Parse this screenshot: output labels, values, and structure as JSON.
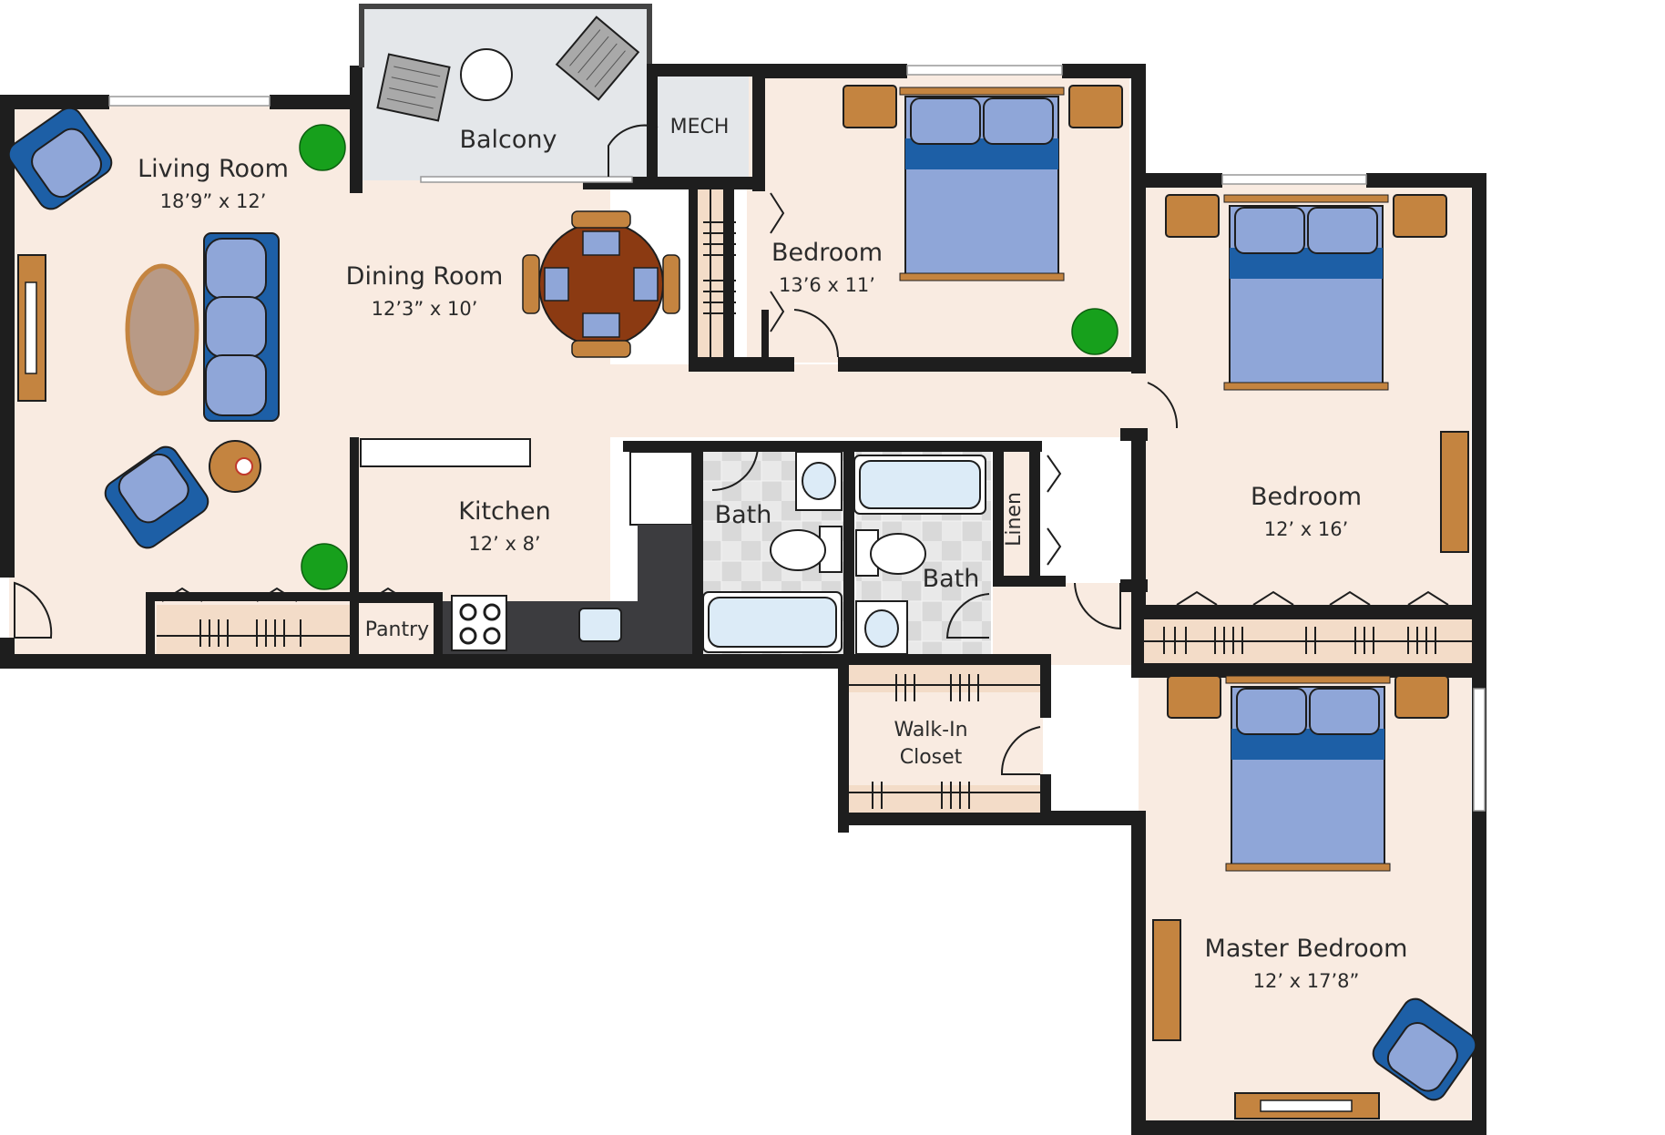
{
  "rooms": {
    "living_room": {
      "name": "Living Room",
      "dims": "18’9” x 12’"
    },
    "dining_room": {
      "name": "Dining Room",
      "dims": "12’3” x 10’"
    },
    "balcony": {
      "name": "Balcony"
    },
    "mech": {
      "name": "MECH"
    },
    "bedroom_1": {
      "name": "Bedroom",
      "dims": "13’6 x 11’"
    },
    "bedroom_2": {
      "name": "Bedroom",
      "dims": "12’ x 16’"
    },
    "kitchen": {
      "name": "Kitchen",
      "dims": "12’ x 8’"
    },
    "pantry": {
      "name": "Pantry"
    },
    "bath_1": {
      "name": "Bath"
    },
    "bath_2": {
      "name": "Bath"
    },
    "linen": {
      "name": "Linen"
    },
    "walk_in_closet": {
      "name_line1": "Walk-In",
      "name_line2": "Closet"
    },
    "master_bedroom": {
      "name": "Master Bedroom",
      "dims": "12’ x 17’8”"
    }
  },
  "colors": {
    "wall": "#1e1e1e",
    "floor": "#f9ebe1",
    "balcony_floor": "#e4e7ea",
    "closet_floor": "#f3dcc8",
    "tile_light": "#eeeeee",
    "tile_dark": "#d6d6d6",
    "furniture_blue": "#8fa6d8",
    "furniture_navy": "#1d5fa6",
    "wood": "#c48440",
    "rug": "#b89a86",
    "plant": "#17a01c",
    "counter_dark": "#3c3c3f",
    "fixture_fill": "#dcebf7"
  }
}
